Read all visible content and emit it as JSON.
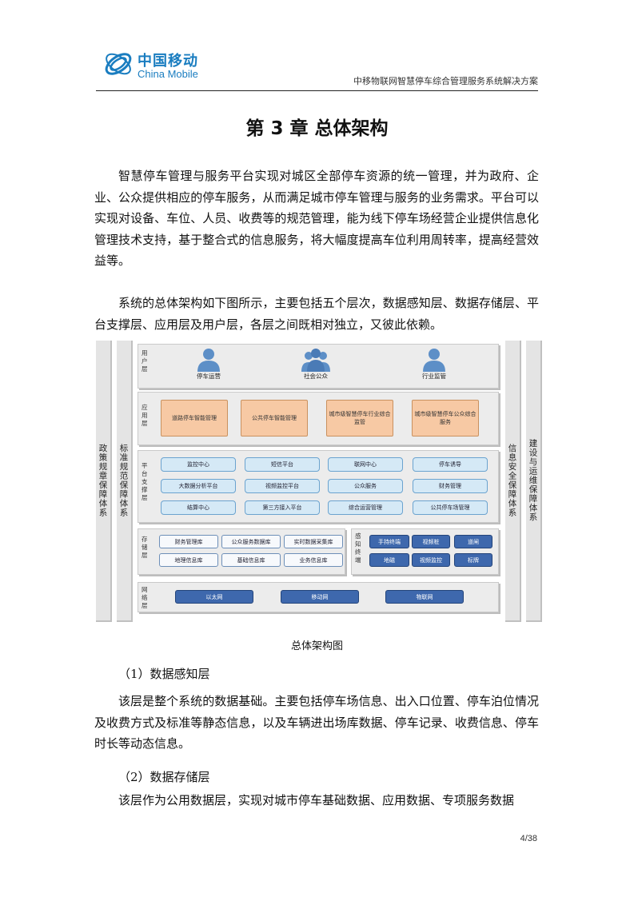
{
  "header": {
    "logo_cn": "中国移动",
    "logo_en": "China Mobile",
    "doc_title": "中移物联网智慧停车综合管理服务系统解决方案"
  },
  "chapter": {
    "title": "第 3 章  总体架构"
  },
  "paragraphs": [
    "智慧停车管理与服务平台实现对城区全部停车资源的统一管理，并为政府、企业、公众提供相应的停车服务，从而满足城市停车管理与服务的业务需求。平台可以实现对设备、车位、人员、收费等的规范管理，能为线下停车场经营企业提供信息化管理技术支持，基于整合式的信息服务，将大幅度提高车位利用周转率，提高经营效益等。",
    "系统的总体架构如下图所示，主要包括五个层次，数据感知层、数据存储层、平台支撑层、应用层及用户层，各层之间既相对独立，又彼此依赖。"
  ],
  "diagram": {
    "side_left": [
      "政策规章保障体系",
      "标准规范保障体系"
    ],
    "side_right": [
      "信息安全保障体系",
      "建设与运维保障体系"
    ],
    "user_layer": {
      "label": "用户层",
      "users": [
        "停车运营",
        "社会公众",
        "行业监管"
      ]
    },
    "app_layer": {
      "label": "应用层",
      "items": [
        "道路停车智能管理",
        "公共停车智能管理",
        "城市级智慧停车行业综合监管",
        "城市级智慧停车公众综合服务"
      ]
    },
    "platform_layer": {
      "label": "平台支撑层",
      "items": [
        "监控中心",
        "短信平台",
        "联网中心",
        "停车诱导",
        "大数据分析平台",
        "视频监控平台",
        "公众服务",
        "财务管理",
        "结算中心",
        "第三方接入平台",
        "综合运营管理",
        "公共停车场管理"
      ]
    },
    "storage_layer": {
      "label": "存储层",
      "items": [
        "财务管理库",
        "公众服务数据库",
        "实时数据采集库",
        "地理信息库",
        "基础信息库",
        "业务信息库"
      ]
    },
    "sensing_layer": {
      "label": "感知终端",
      "items": [
        "手持终端",
        "视频桩",
        "道闸",
        "地磁",
        "视频监控",
        "标牌"
      ]
    },
    "network_layer": {
      "label": "网络层",
      "items": [
        "以太网",
        "移动网",
        "物联网"
      ]
    },
    "caption": "总体架构图"
  },
  "sections": [
    {
      "heading": "（1）数据感知层",
      "text": "该层是整个系统的数据基础。主要包括停车场信息、出入口位置、停车泊位情况及收费方式及标准等静态信息，以及车辆进出场库数据、停车记录、收费信息、停车时长等动态信息。"
    },
    {
      "heading": "（2）数据存储层",
      "text": "该层作为公用数据层，实现对城市停车基础数据、应用数据、专项服务数据"
    }
  ],
  "page_number": "4/38",
  "colors": {
    "brand": "#1a7dc0",
    "app_box": "#f7c9a4",
    "platform_box": "#d5e9f6",
    "dark_box": "#3e68ad"
  }
}
